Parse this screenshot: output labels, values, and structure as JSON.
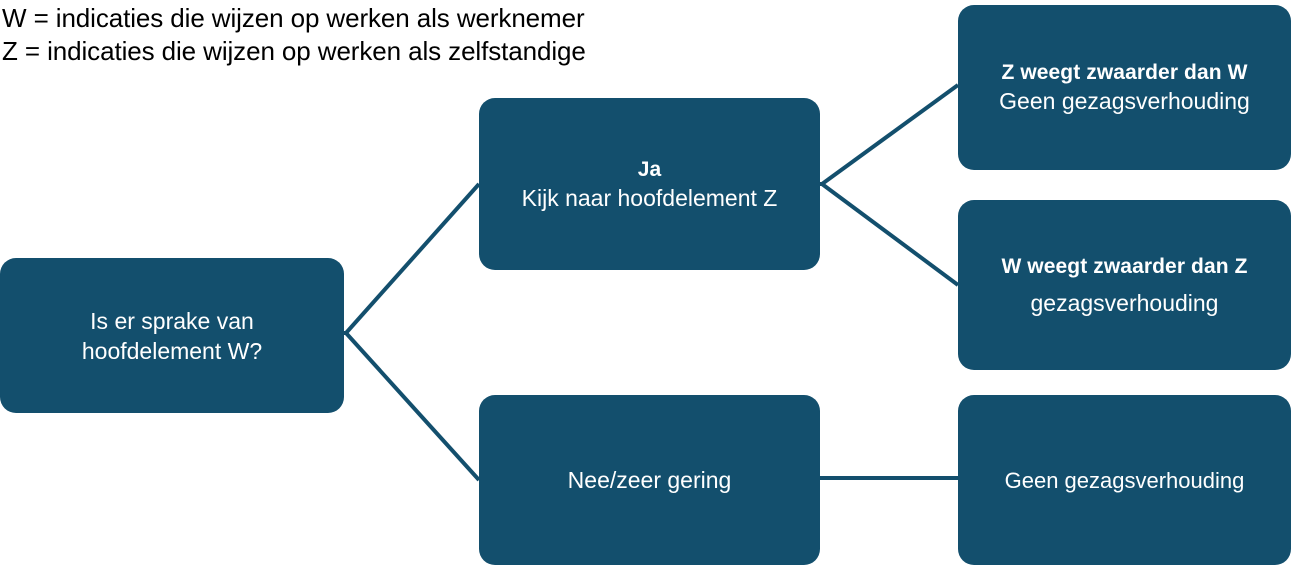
{
  "legend": {
    "lines": [
      "W = indicaties die wijzen op werken als werknemer",
      "Z = indicaties die wijzen op werken als zelfstandige"
    ]
  },
  "colors": {
    "node_fill": "#134F6D",
    "connector": "#134F6D",
    "node_text": "#FFFFFF",
    "legend_text": "#000000",
    "background": "#FFFFFF"
  },
  "nodes": {
    "root": {
      "lines": [
        "Is er sprake van",
        "hoofdelement W?"
      ]
    },
    "ja": {
      "title": "Ja",
      "subtitle": "Kijk naar hoofdelement Z"
    },
    "nee": {
      "label": "Nee/zeer gering"
    },
    "z_heavier": {
      "title": "Z weegt zwaarder dan W",
      "subtitle": "Geen gezagsverhouding"
    },
    "w_heavier": {
      "title": "W weegt zwaarder dan Z",
      "subtitle": "gezagsverhouding"
    },
    "geen": {
      "label": "Geen gezagsverhouding"
    }
  },
  "connectors": [
    {
      "name": "root-to-ja",
      "from": "root",
      "to": "ja"
    },
    {
      "name": "root-to-nee",
      "from": "root",
      "to": "nee"
    },
    {
      "name": "ja-to-z-heavier",
      "from": "ja",
      "to": "z_heavier"
    },
    {
      "name": "ja-to-w-heavier",
      "from": "ja",
      "to": "w_heavier"
    },
    {
      "name": "nee-to-geen",
      "from": "nee",
      "to": "geen"
    }
  ]
}
